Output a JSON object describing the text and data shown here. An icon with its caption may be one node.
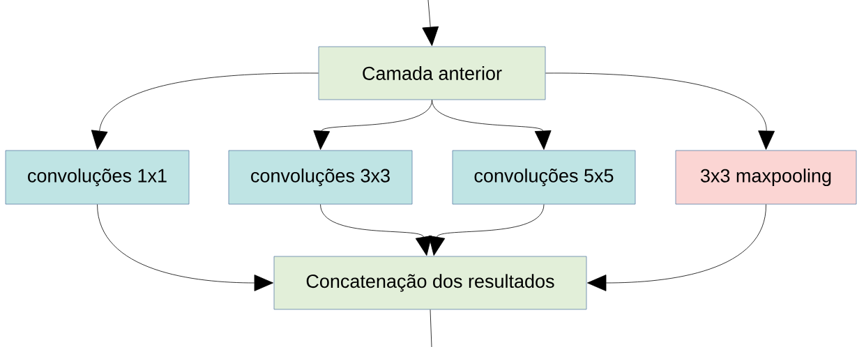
{
  "diagram": {
    "nodes": [
      {
        "text": [
          "Camada anterior"
        ]
      },
      {
        "text": [
          "convoluções 1x1"
        ]
      },
      {
        "text": [
          "convoluções 3x3"
        ]
      },
      {
        "text": [
          "convoluções 5x5"
        ]
      },
      {
        "text": [
          "3x3 maxpooling"
        ]
      },
      {
        "text": [
          "Concatenação dos resultados"
        ]
      }
    ],
    "edges": [
      {
        "from": null,
        "to": 0,
        "arrow": "to"
      },
      {
        "from": 0,
        "to": 1,
        "arrow": "to"
      },
      {
        "from": 0,
        "to": 2,
        "arrow": "to"
      },
      {
        "from": 0,
        "to": 3,
        "arrow": "to"
      },
      {
        "from": 0,
        "to": 4,
        "arrow": "to"
      },
      {
        "from": 1,
        "to": 5,
        "arrow": "to"
      },
      {
        "from": 2,
        "to": 5,
        "arrow": "to"
      },
      {
        "from": 3,
        "to": 5,
        "arrow": "to"
      },
      {
        "from": 4,
        "to": 5,
        "arrow": "to"
      },
      {
        "from": 5,
        "to": null,
        "arrow": "none"
      }
    ]
  }
}
